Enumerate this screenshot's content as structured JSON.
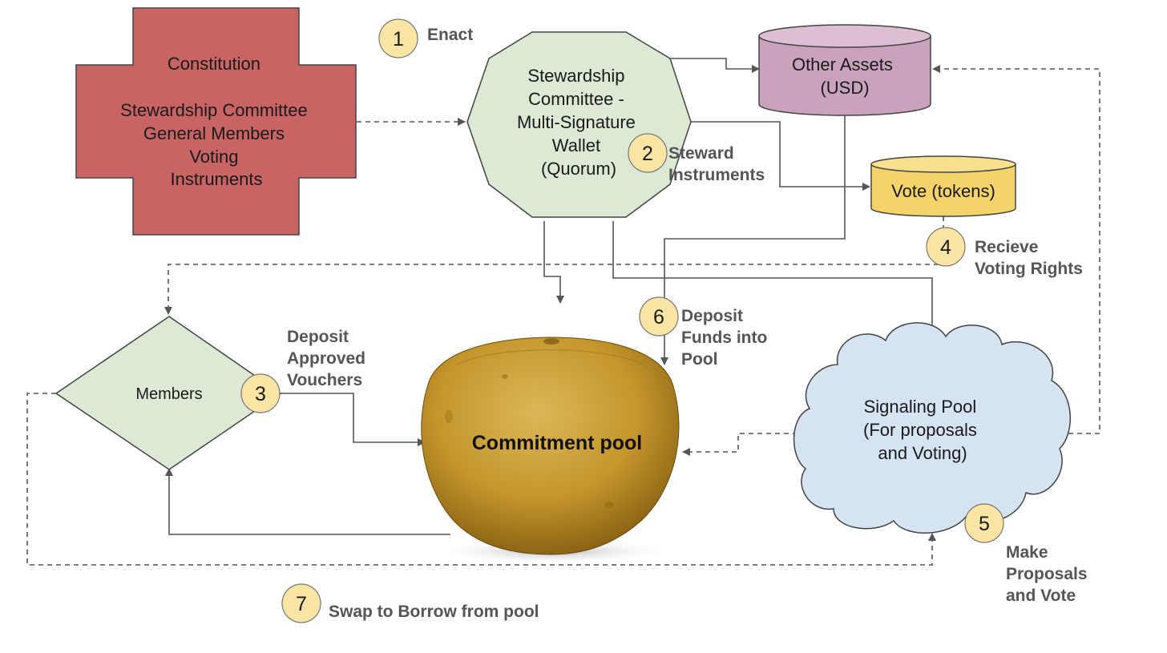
{
  "colors": {
    "constitution_fill": "#c96464",
    "wallet_fill": "#dbe9d5",
    "members_fill": "#dbe9d5",
    "assets_fill": "#c9a3bb",
    "vote_fill": "#f3d36a",
    "signal_fill": "#d5e3f2",
    "pool_fill": "#c79a2e",
    "badge_fill": "#fbe5a4",
    "edge": "#555555"
  },
  "nodes": {
    "constitution": {
      "lines": [
        "Constitution",
        "",
        "Stewardship Committee",
        "General Members",
        "Voting",
        "Instruments"
      ]
    },
    "wallet": {
      "lines": [
        "Stewardship",
        "Committee -",
        "Multi-Signature",
        "Wallet",
        "(Quorum)"
      ]
    },
    "other_assets": {
      "lines": [
        "Other Assets",
        "(USD)"
      ]
    },
    "vote_tokens": {
      "lines": [
        "Vote (tokens)"
      ]
    },
    "members": {
      "lines": [
        "Members"
      ]
    },
    "commitment_pool": {
      "label": "Commitment pool"
    },
    "signaling_pool": {
      "lines": [
        "Signaling Pool",
        "(For proposals",
        "and Voting)"
      ]
    }
  },
  "steps": [
    {
      "number": "1",
      "lines": [
        "Enact"
      ]
    },
    {
      "number": "2",
      "lines": [
        "Steward",
        "Instruments"
      ]
    },
    {
      "number": "3",
      "lines": [
        "Deposit",
        "Approved",
        "Vouchers"
      ]
    },
    {
      "number": "4",
      "lines": [
        "Recieve",
        "Voting Rights"
      ]
    },
    {
      "number": "5",
      "lines": [
        "Make",
        "Proposals",
        "and Vote"
      ]
    },
    {
      "number": "6",
      "lines": [
        "Deposit",
        "Funds into",
        "Pool"
      ]
    },
    {
      "number": "7",
      "lines": [
        "Swap to Borrow from pool"
      ]
    }
  ]
}
